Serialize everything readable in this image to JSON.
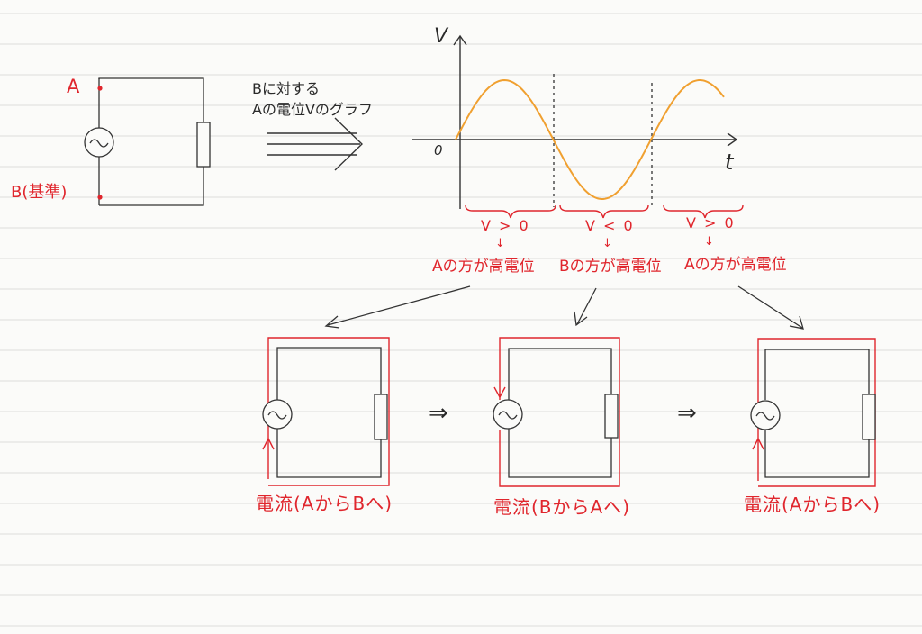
{
  "top_circuit": {
    "label_a": "A",
    "label_b": "B(基準)"
  },
  "caption": {
    "line1": "Bに対する",
    "line2": "Aの電位Vのグラフ"
  },
  "graph": {
    "v_axis": "V",
    "t_axis": "t",
    "origin": "0"
  },
  "regions": [
    {
      "condition": "V > 0",
      "arrow": "↓",
      "result": "Aの方が高電位"
    },
    {
      "condition": "V < 0",
      "arrow": "↓",
      "result": "Bの方が高電位"
    },
    {
      "condition": "V > 0",
      "arrow": "↓",
      "result": "Aの方が高電位"
    }
  ],
  "circuits": [
    {
      "current": "電流(AからBへ)"
    },
    {
      "current": "電流(BからAへ)"
    },
    {
      "current": "電流(AからBへ)"
    }
  ],
  "transition_symbol": "⇒",
  "colors": {
    "wire": "#333333",
    "current": "#e0262d",
    "sine": "#f0a030",
    "ruled_line": "#dcdcdc"
  }
}
